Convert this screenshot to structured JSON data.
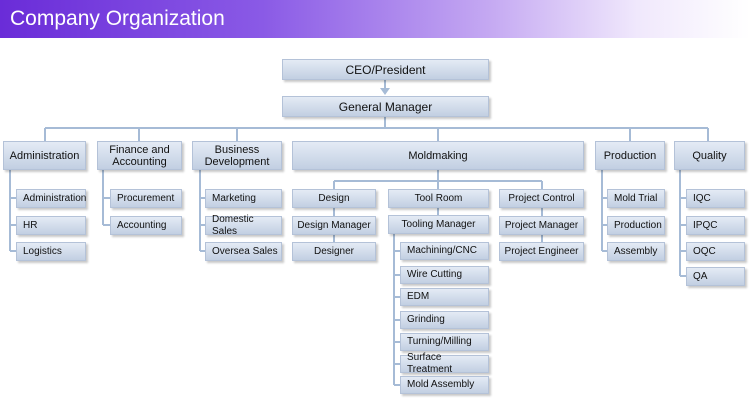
{
  "page": {
    "title": "Company Organization",
    "colors": {
      "banner_start": "#6a2cd8",
      "banner_end": "#ffffff",
      "box_top": "#e4ebf5",
      "box_bottom": "#c2cfe2",
      "connector": "#a6bbd6"
    }
  },
  "org": {
    "ceo": "CEO/President",
    "gm": "General Manager",
    "departments": {
      "administration": {
        "label": "Administration",
        "items": [
          "Administration",
          "HR",
          "Logistics"
        ]
      },
      "finance": {
        "label": "Finance and Accounting",
        "items": [
          "Procurement",
          "Accounting"
        ]
      },
      "business": {
        "label": "Business Development",
        "items": [
          "Marketing",
          "Domestic Sales",
          "Oversea Sales"
        ]
      },
      "moldmaking": {
        "label": "Moldmaking",
        "design": {
          "label": "Design",
          "items": [
            "Design Manager",
            "Designer"
          ]
        },
        "toolroom": {
          "label": "Tool Room",
          "manager": "Tooling Manager",
          "items": [
            "Machining/CNC",
            "Wire Cutting",
            "EDM",
            "Grinding",
            "Turning/Milling",
            "Surface Treatment",
            "Mold Assembly"
          ]
        },
        "project": {
          "label": "Project Control",
          "items": [
            "Project Manager",
            "Project Engineer"
          ]
        }
      },
      "production": {
        "label": "Production",
        "items": [
          "Mold Trial",
          "Production",
          "Assembly"
        ]
      },
      "quality": {
        "label": "Quality",
        "items": [
          "IQC",
          "IPQC",
          "OQC",
          "QA"
        ]
      }
    }
  }
}
